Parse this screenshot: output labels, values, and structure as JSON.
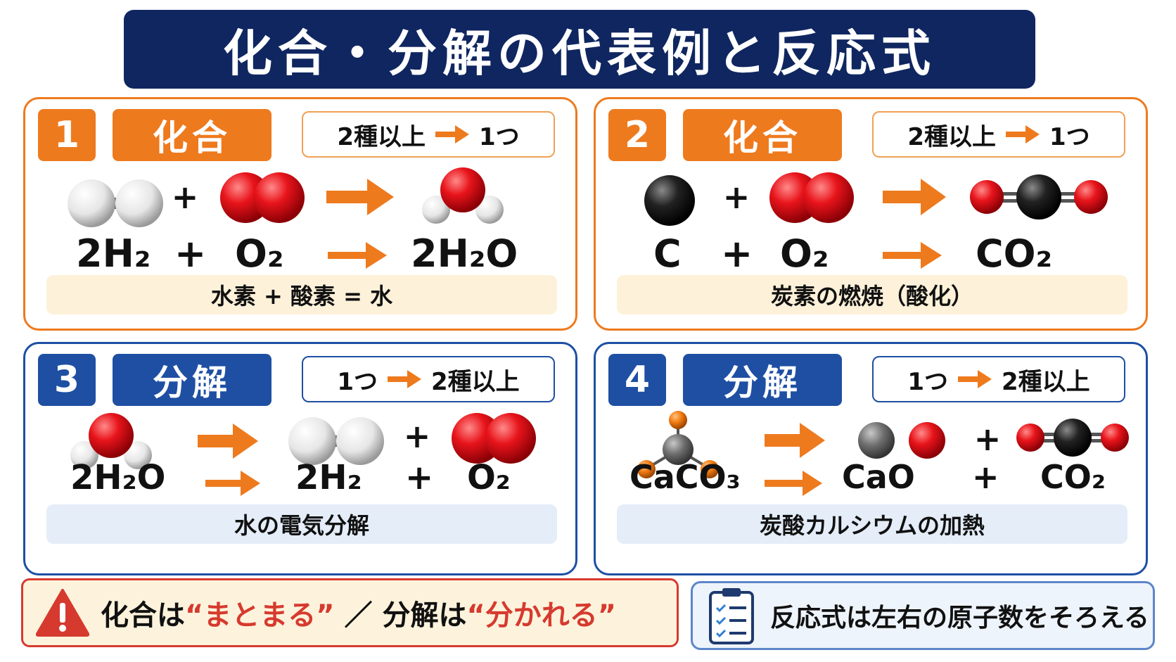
{
  "title": "化合・分解の代表例と反応式",
  "colors": {
    "navy": "#0f2660",
    "orange": "#ee7a1e",
    "blue": "#1e4fa3",
    "red": "#d63a2e"
  },
  "cards": [
    {
      "number": "1",
      "type": "化合",
      "rule_left": "2種以上",
      "rule_right": "1つ",
      "formula": {
        "t1": "2H₂",
        "p1": "+",
        "t2": "O₂",
        "t3": "2H₂O"
      },
      "caption": "水素 + 酸素 = 水"
    },
    {
      "number": "2",
      "type": "化合",
      "rule_left": "2種以上",
      "rule_right": "1つ",
      "formula": {
        "t1": "C",
        "p1": "+",
        "t2": "O₂",
        "t3": "CO₂"
      },
      "caption": "炭素の燃焼（酸化）"
    },
    {
      "number": "3",
      "type": "分解",
      "rule_left": "1つ",
      "rule_right": "2種以上",
      "formula": {
        "t1": "2H₂O",
        "t2": "2H₂",
        "p1": "+",
        "t3": "O₂"
      },
      "caption": "水の電気分解"
    },
    {
      "number": "4",
      "type": "分解",
      "rule_left": "1つ",
      "rule_right": "2種以上",
      "formula": {
        "t1": "CaCO₃",
        "t2": "CaO",
        "p1": "+",
        "t3": "CO₂"
      },
      "caption": "炭酸カルシウムの加熱"
    }
  ],
  "plus_sign": "+",
  "bottom_left": {
    "icon": "warning-icon",
    "a": "化合は",
    "b": "“まとまる”",
    "c": "／ 分解は",
    "d": "“分かれる”"
  },
  "bottom_right": {
    "icon": "clipboard-checklist-icon",
    "text": "反応式は左右の原子数をそろえる"
  }
}
